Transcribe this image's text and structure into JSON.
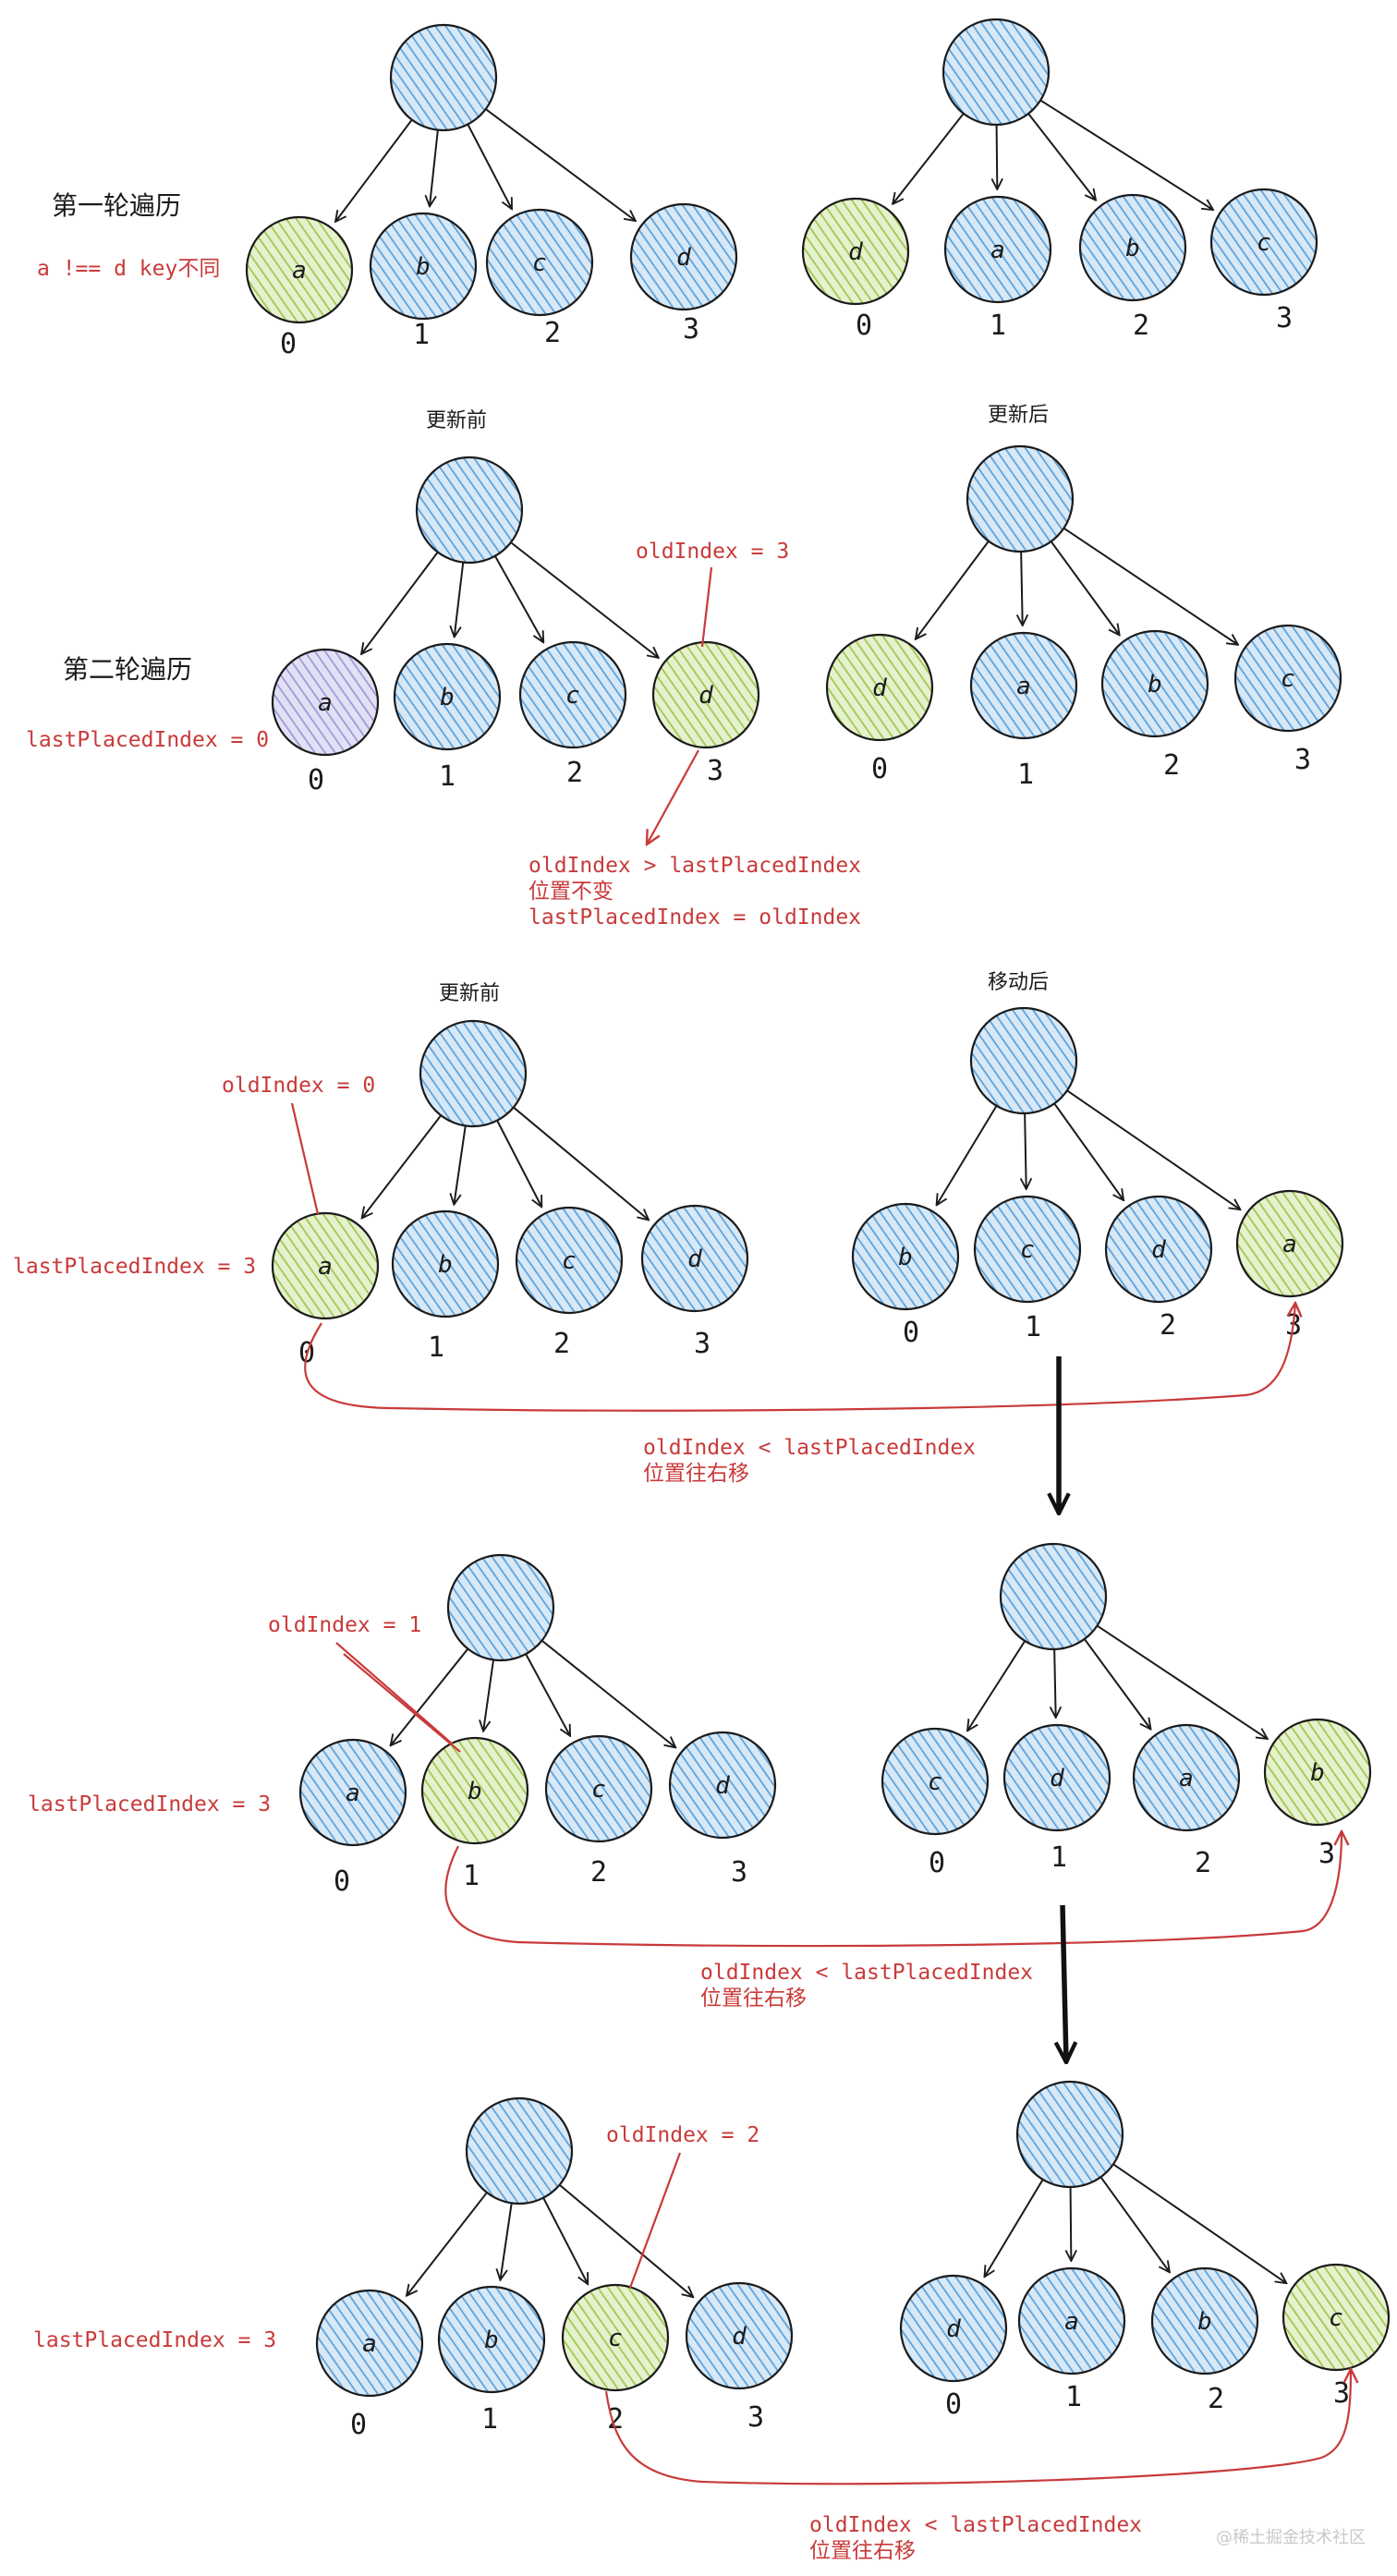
{
  "colors": {
    "blue_fill": "#d7e8f7",
    "blue_hatch": "#5aa0d8",
    "green_fill": "#e6f1cd",
    "green_hatch": "#9cc64f",
    "purple_fill": "#e2e0f4",
    "purple_hatch": "#9a98d6",
    "red": "#c93a3a",
    "ink": "#1b1b1b"
  },
  "sections": [
    {
      "title": "第一轮遍历",
      "note": "a !== d key不同",
      "left_caption": "",
      "right_caption": "",
      "left": {
        "nodes": [
          "a",
          "b",
          "c",
          "d"
        ],
        "colors": [
          "green",
          "blue",
          "blue",
          "blue"
        ],
        "indices": [
          "0",
          "1",
          "2",
          "3"
        ]
      },
      "right": {
        "nodes": [
          "d",
          "a",
          "b",
          "c"
        ],
        "colors": [
          "green",
          "blue",
          "blue",
          "blue"
        ],
        "indices": [
          "0",
          "1",
          "2",
          "3"
        ]
      }
    },
    {
      "title": "第二轮遍历",
      "note": "lastPlacedIndex = 0",
      "left_caption": "更新前",
      "right_caption": "更新后",
      "left": {
        "nodes": [
          "a",
          "b",
          "c",
          "d"
        ],
        "colors": [
          "purple",
          "blue",
          "blue",
          "green"
        ],
        "indices": [
          "0",
          "1",
          "2",
          "3"
        ]
      },
      "right": {
        "nodes": [
          "d",
          "a",
          "b",
          "c"
        ],
        "colors": [
          "green",
          "blue",
          "blue",
          "blue"
        ],
        "indices": [
          "0",
          "1",
          "2",
          "3"
        ]
      },
      "annotations": {
        "pointer": "oldIndex = 3",
        "result": [
          "oldIndex > lastPlacedIndex",
          "位置不变",
          "lastPlacedIndex = oldIndex"
        ]
      }
    },
    {
      "title": "",
      "note": "lastPlacedIndex = 3",
      "left_caption": "更新前",
      "right_caption": "移动后",
      "left": {
        "nodes": [
          "a",
          "b",
          "c",
          "d"
        ],
        "colors": [
          "green",
          "blue",
          "blue",
          "blue"
        ],
        "indices": [
          "0",
          "1",
          "2",
          "3"
        ]
      },
      "right": {
        "nodes": [
          "b",
          "c",
          "d",
          "a"
        ],
        "colors": [
          "blue",
          "blue",
          "blue",
          "green"
        ],
        "indices": [
          "0",
          "1",
          "2",
          "3"
        ]
      },
      "annotations": {
        "pointer": "oldIndex = 0",
        "result": [
          "oldIndex < lastPlacedIndex",
          "位置往右移"
        ]
      }
    },
    {
      "title": "",
      "note": "lastPlacedIndex = 3",
      "left_caption": "",
      "right_caption": "",
      "left": {
        "nodes": [
          "a",
          "b",
          "c",
          "d"
        ],
        "colors": [
          "blue",
          "green",
          "blue",
          "blue"
        ],
        "indices": [
          "0",
          "1",
          "2",
          "3"
        ]
      },
      "right": {
        "nodes": [
          "c",
          "d",
          "a",
          "b"
        ],
        "colors": [
          "blue",
          "blue",
          "blue",
          "green"
        ],
        "indices": [
          "0",
          "1",
          "2",
          "3"
        ]
      },
      "annotations": {
        "pointer": "oldIndex = 1",
        "result": [
          "oldIndex < lastPlacedIndex",
          "位置往右移"
        ]
      }
    },
    {
      "title": "",
      "note": "lastPlacedIndex = 3",
      "left_caption": "",
      "right_caption": "",
      "left": {
        "nodes": [
          "a",
          "b",
          "c",
          "d"
        ],
        "colors": [
          "blue",
          "blue",
          "green",
          "blue"
        ],
        "indices": [
          "0",
          "1",
          "2",
          "3"
        ]
      },
      "right": {
        "nodes": [
          "d",
          "a",
          "b",
          "c"
        ],
        "colors": [
          "blue",
          "blue",
          "blue",
          "green"
        ],
        "indices": [
          "0",
          "1",
          "2",
          "3"
        ]
      },
      "annotations": {
        "pointer": "oldIndex = 2",
        "result": [
          "oldIndex < lastPlacedIndex",
          "位置往右移"
        ]
      }
    }
  ],
  "watermark": "@稀土掘金技术社区"
}
